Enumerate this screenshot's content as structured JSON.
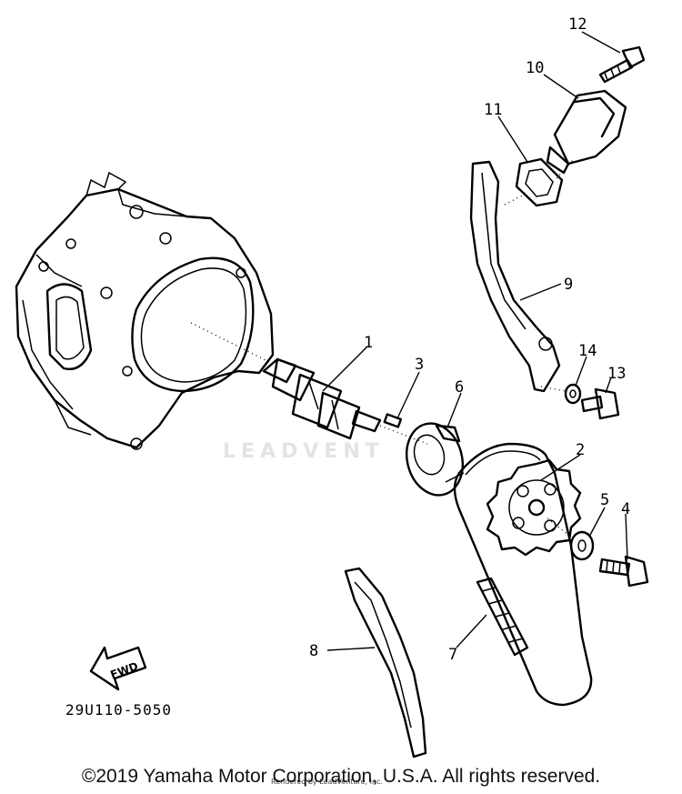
{
  "watermark": "LEADVENT",
  "fwd_label": "FWD",
  "part_number": "29U110-5050",
  "copyright": "©2019 Yamaha Motor Corporation, U.S.A. All rights reserved.",
  "credit": "Rendered by LeadVenture, Inc.",
  "callouts": [
    {
      "id": "1",
      "label": "1"
    },
    {
      "id": "2",
      "label": "2"
    },
    {
      "id": "3",
      "label": "3"
    },
    {
      "id": "4",
      "label": "4"
    },
    {
      "id": "5",
      "label": "5"
    },
    {
      "id": "6",
      "label": "6"
    },
    {
      "id": "7",
      "label": "7"
    },
    {
      "id": "8",
      "label": "8"
    },
    {
      "id": "9",
      "label": "9"
    },
    {
      "id": "10",
      "label": "10"
    },
    {
      "id": "11",
      "label": "11"
    },
    {
      "id": "12",
      "label": "12"
    },
    {
      "id": "13",
      "label": "13"
    },
    {
      "id": "14",
      "label": "14"
    }
  ]
}
